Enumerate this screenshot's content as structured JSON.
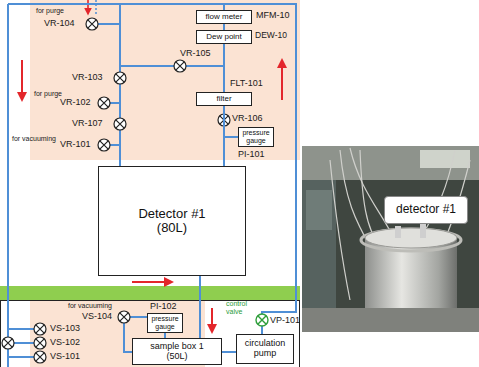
{
  "diagram": {
    "nodes": [
      {
        "text": [
          "flow meter"
        ]
      },
      {
        "text": [
          "Dew point"
        ]
      },
      {
        "text": [
          "filter"
        ]
      },
      {
        "text": [
          "pressure gauge"
        ]
      },
      {
        "text": [
          "Detector #1 (80L)"
        ]
      },
      {
        "text": [
          "detector #1"
        ]
      },
      {
        "text": [
          "pressure gauge"
        ]
      },
      {
        "text": [
          "sample box 1 (50L)"
        ]
      },
      {
        "text": [
          "circulation pump"
        ]
      }
    ],
    "edges": [
      {
        "from": 0,
        "to": 1,
        "arrow": "none"
      },
      {
        "from": 1,
        "to": 2,
        "arrow": "none"
      },
      {
        "from": 2,
        "to": 4,
        "arrow": "none"
      },
      {
        "from": 4,
        "to": 7,
        "arrow": "none"
      },
      {
        "from": 6,
        "to": 7,
        "arrow": "none"
      },
      {
        "from": 7,
        "to": 8,
        "arrow": "none"
      }
    ],
    "labels": [
      "for purge",
      "VR-104",
      "MFM-10",
      "DEW-10",
      "VR-105",
      "VR-103",
      "FLT-101",
      "for purge",
      "VR-102",
      "VR-107",
      "VR-106",
      "for vacuuming",
      "VR-101",
      "PI-101",
      "for vacuuming",
      "VS-104",
      "PI-102",
      "control valve",
      "VS-103",
      "VP-101",
      "VS-102",
      "VS-101"
    ]
  }
}
